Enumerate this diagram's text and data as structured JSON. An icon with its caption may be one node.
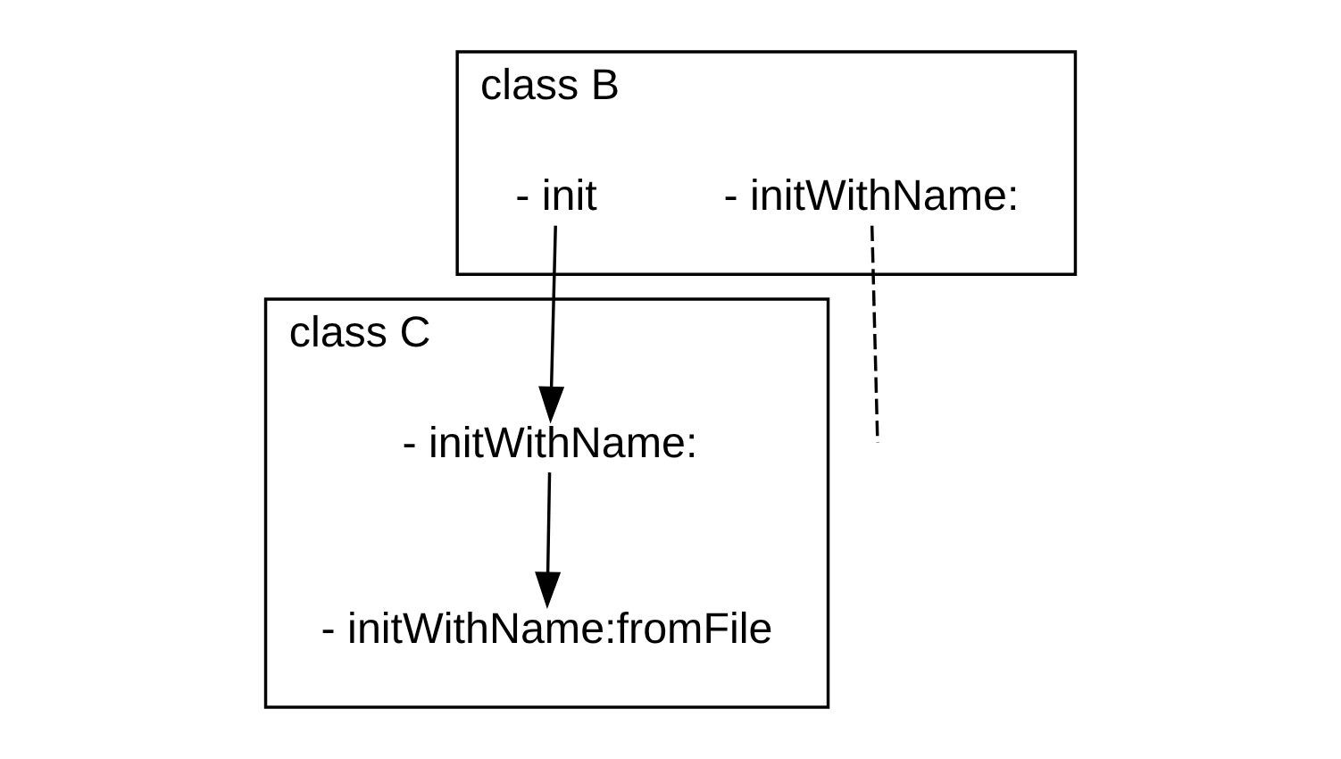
{
  "diagram": {
    "nodes": [
      {
        "text": [
          "class B"
        ]
      },
      {
        "text": [
          "- init"
        ],
        "in": 0
      },
      {
        "text": [
          "- initWithName:"
        ],
        "in": 0
      },
      {
        "text": [
          "class C"
        ]
      },
      {
        "text": [
          "- initWithName:"
        ],
        "in": 3
      },
      {
        "text": [
          "- initWithName:fromFile"
        ],
        "in": 3
      }
    ],
    "edges": [
      {
        "from": 1,
        "to": 4,
        "arrow": "to"
      },
      {
        "from": 4,
        "to": 5,
        "arrow": "to"
      },
      {
        "from": 2,
        "to": null,
        "arrow": "none",
        "style": "dashed"
      }
    ]
  }
}
